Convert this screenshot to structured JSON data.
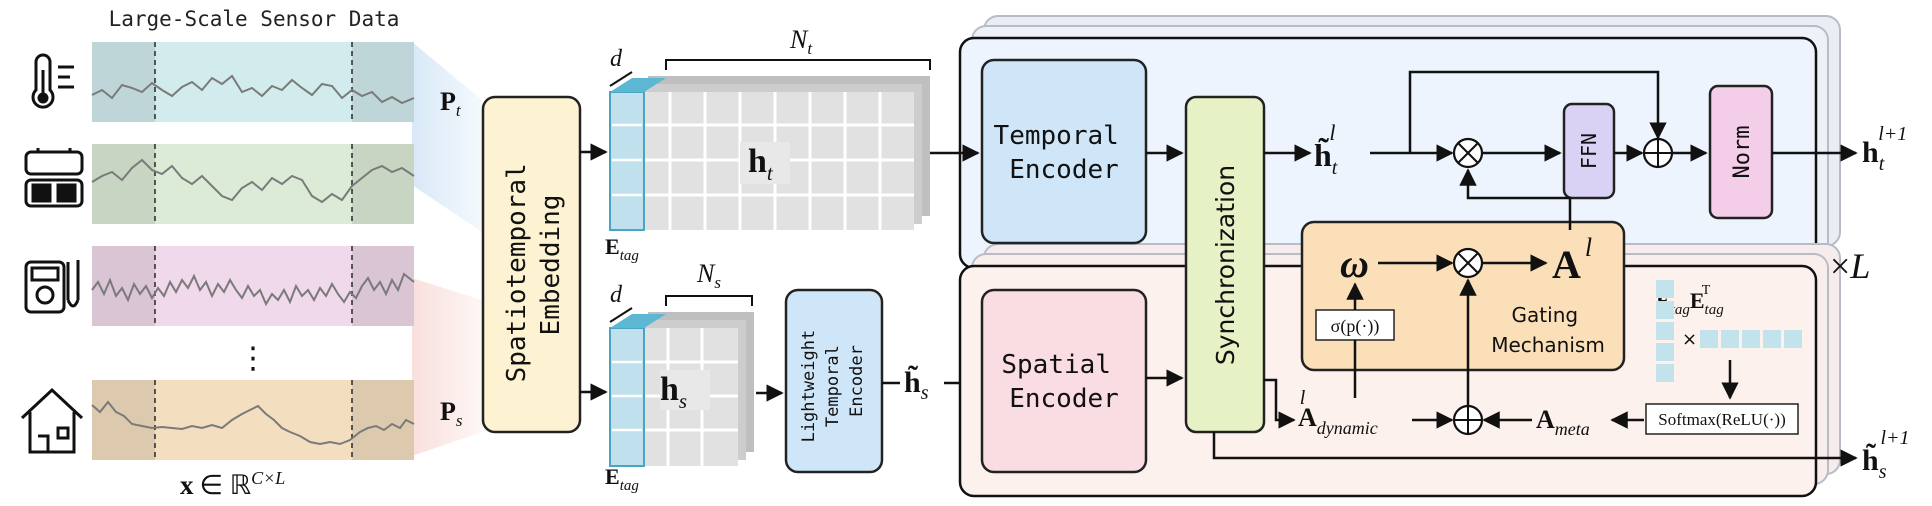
{
  "input": {
    "title": "Large-Scale Sensor Data",
    "ellipsis": "⋮",
    "formula_x": "x",
    "formula_in": "∈ ℝ",
    "formula_sup": "C×L",
    "channels": [
      {
        "icon": "thermometer-icon",
        "color": "#d2ecee"
      },
      {
        "icon": "stacked-batteries-icon",
        "color": "#dcebd6"
      },
      {
        "icon": "multimeter-icon",
        "color": "#f0d9eb"
      },
      {
        "icon": "smart-home-icon",
        "color": "#f3dec0"
      }
    ]
  },
  "embedding": {
    "label_line1": "Spatiotemporal",
    "label_line2": "Embedding",
    "fill": "#fdf3d2",
    "pt_main": "P",
    "pt_sub": "t",
    "ps_main": "P",
    "ps_sub": "s"
  },
  "tokens_t": {
    "d": "d",
    "n_main": "N",
    "n_sub": "t",
    "h_main": "h",
    "h_sub": "t",
    "e_main": "E",
    "e_sub": "tag"
  },
  "tokens_s": {
    "d": "d",
    "n_main": "N",
    "n_sub": "s",
    "h_main": "h",
    "h_sub": "s",
    "e_main": "E",
    "e_sub": "tag"
  },
  "lightweight": {
    "line1": "Lightweight",
    "line2": "Temporal",
    "line3": "Encoder",
    "fill": "#cfe6f8"
  },
  "hs_tilde": {
    "main": "h̃",
    "sub": "s"
  },
  "temporal_encoder": {
    "line1": "Temporal",
    "line2": "Encoder",
    "fill": "#cfe6f8"
  },
  "spatial_encoder": {
    "line1": "Spatial",
    "line2": "Encoder",
    "fill": "#f9dde2"
  },
  "synchronization": {
    "label": "Synchronization",
    "fill": "#e6f2c6"
  },
  "ht_tilde": {
    "main": "h̃",
    "sub": "t",
    "sup": "l"
  },
  "ffn": {
    "label": "FFN",
    "fill": "#d9d2f4"
  },
  "norm": {
    "label": "Norm",
    "fill": "#f4cde8"
  },
  "output_t": {
    "main": "h",
    "sub": "t",
    "sup": "l+1"
  },
  "output_s": {
    "main": "h̃",
    "sub": "s",
    "sup": "l+1"
  },
  "gating": {
    "label_line1": "Gating",
    "label_line2": "Mechanism",
    "fill": "#fbdfb8",
    "omega": "ω",
    "sigma": "σ(p(·))",
    "a_main": "A",
    "a_sup": "l"
  },
  "a_dynamic": {
    "main": "A",
    "sub": "dynamic",
    "sup": "l"
  },
  "a_meta": {
    "main": "A",
    "sub": "meta"
  },
  "meta": {
    "e_main": "E",
    "e_sub": "tag",
    "e2_main": "E",
    "e2_sub": "tag",
    "e2_sup": "T",
    "times": "×",
    "softmax": "Softmax(ReLU(·))",
    "block_color": "#c3e3ec"
  },
  "repeat": {
    "times": "×",
    "L": "L"
  },
  "colors": {
    "temporal_panel": "#eef4fd",
    "spatial_panel": "#fdf1ee",
    "tag_blue": "#5cb7d3"
  }
}
